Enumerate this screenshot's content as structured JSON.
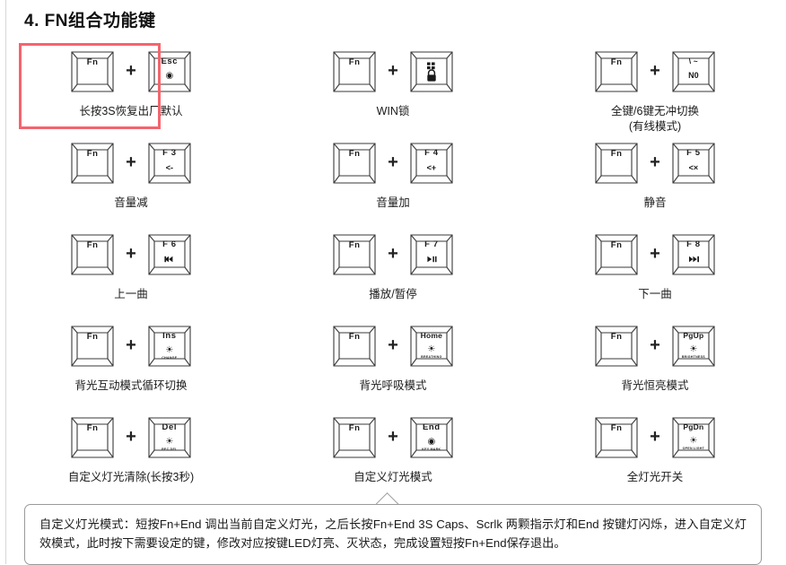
{
  "heading": "4. FN组合功能键",
  "fn_key_label": "Fn",
  "plus_symbol": "+",
  "combos": [
    {
      "id": "factory-reset",
      "highlighted": true,
      "key": {
        "top": "Esc",
        "mid": "◉",
        "sub": ""
      },
      "caption": "长按3S恢复出厂默认"
    },
    {
      "id": "win-lock",
      "highlighted": false,
      "key": {
        "top": "⠿",
        "mid": "🔒",
        "sub": ""
      },
      "caption": "WIN锁"
    },
    {
      "id": "nkro-toggle",
      "highlighted": false,
      "key": {
        "top": "\\ ~",
        "mid": "N0",
        "sub": ""
      },
      "caption": "全键/6键无冲切换\n(有线模式)"
    },
    {
      "id": "volume-down",
      "highlighted": false,
      "key": {
        "top": "F 3",
        "mid": "<-",
        "sub": ""
      },
      "caption": "音量减"
    },
    {
      "id": "volume-up",
      "highlighted": false,
      "key": {
        "top": "F 4",
        "mid": "<+",
        "sub": ""
      },
      "caption": "音量加"
    },
    {
      "id": "mute",
      "highlighted": false,
      "key": {
        "top": "F 5",
        "mid": "<×",
        "sub": ""
      },
      "caption": "静音"
    },
    {
      "id": "previous-track",
      "highlighted": false,
      "key": {
        "top": "F 6",
        "mid": "◄◄",
        "sub": ""
      },
      "caption": "上一曲"
    },
    {
      "id": "play-pause",
      "highlighted": false,
      "key": {
        "top": "F 7",
        "mid": "►II",
        "sub": ""
      },
      "caption": "播放/暂停"
    },
    {
      "id": "next-track",
      "highlighted": false,
      "key": {
        "top": "F 8",
        "mid": "►►I",
        "sub": ""
      },
      "caption": "下一曲"
    },
    {
      "id": "backlight-mode-cycle",
      "highlighted": false,
      "key": {
        "top": "Ins",
        "mid": "☀",
        "sub": "CHANGE"
      },
      "caption": "背光互动模式循环切换"
    },
    {
      "id": "backlight-breathing",
      "highlighted": false,
      "key": {
        "top": "Home",
        "mid": "☀",
        "sub": "BREATHING"
      },
      "caption": "背光呼吸模式"
    },
    {
      "id": "backlight-steady",
      "highlighted": false,
      "key": {
        "top": "PgUp",
        "mid": "☀",
        "sub": "BRIGHTNESS"
      },
      "caption": "背光恒亮模式"
    },
    {
      "id": "custom-light-clear",
      "highlighted": false,
      "key": {
        "top": "Del",
        "mid": "☀",
        "sub": "REC DEL"
      },
      "caption": "自定义灯光清除(长按3秒)"
    },
    {
      "id": "custom-light-mode",
      "highlighted": false,
      "key": {
        "top": "End",
        "mid": "◉",
        "sub": "KEY MARK"
      },
      "caption": "自定义灯光模式"
    },
    {
      "id": "all-lights-toggle",
      "highlighted": false,
      "key": {
        "top": "PgDn",
        "mid": "☀",
        "sub": "OPEN LIGHT"
      },
      "caption": "全灯光开关"
    }
  ],
  "note": "自定义灯光模式：短按Fn+End 调出当前自定义灯光，之后长按Fn+End 3S Caps、Scrlk 两颗指示灯和End 按键灯闪烁，进入自定义灯效模式，此时按下需要设定的键，修改对应按键LED灯亮、灭状态，完成设置短按Fn+End保存退出。",
  "colors": {
    "highlight_border": "#f4646e",
    "key_outline": "#3a3a3a",
    "note_border": "#9a9a9a",
    "text": "#1a1a1a"
  }
}
